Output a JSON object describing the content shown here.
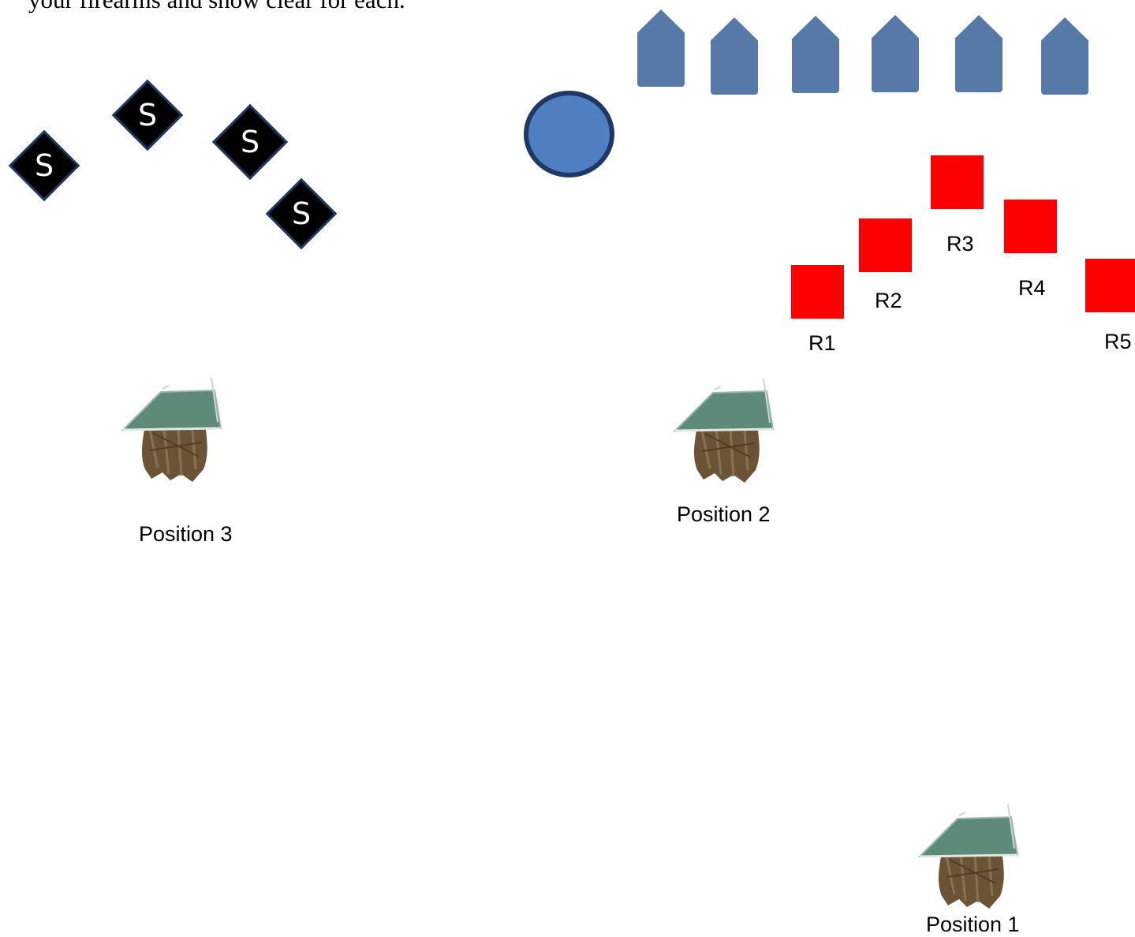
{
  "cut_text": "your firearms and show clear for each.",
  "steel_targets": [
    {
      "label": "S"
    },
    {
      "label": "S"
    },
    {
      "label": "S"
    },
    {
      "label": "S"
    }
  ],
  "houses_count": 6,
  "red_targets": [
    {
      "label": "R1"
    },
    {
      "label": "R2"
    },
    {
      "label": "R3"
    },
    {
      "label": "R4"
    },
    {
      "label": "R5"
    }
  ],
  "positions": [
    {
      "label": "Position 3"
    },
    {
      "label": "Position 2"
    },
    {
      "label": "Position 1"
    }
  ],
  "colors": {
    "steel_fill": "#000000",
    "steel_border": "#1f3864",
    "house_fill": "#5779a7",
    "circle_fill": "#4f7fc0",
    "circle_border": "#1f3864",
    "red_target": "#ff0000"
  }
}
